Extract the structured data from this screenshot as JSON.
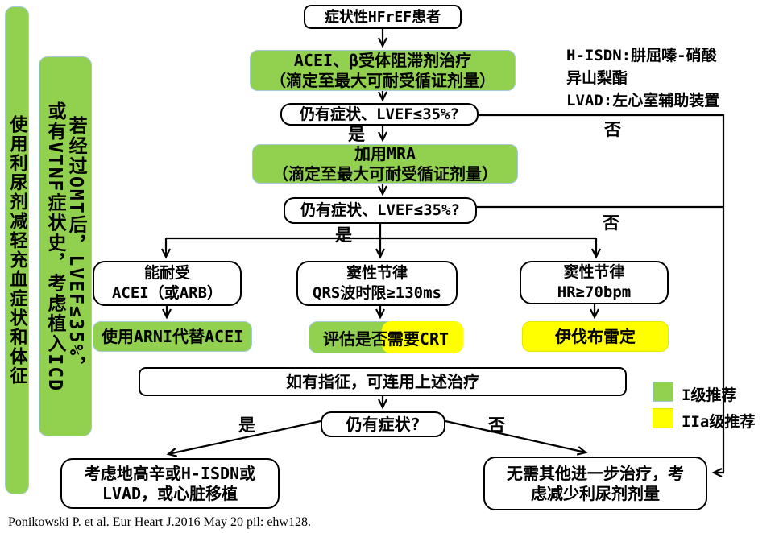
{
  "colors": {
    "class1_green": "#92D050",
    "class2a_yellow": "#FFFF00",
    "green_box_border": "#A6C9E0",
    "line_black": "#000000"
  },
  "side_bars": {
    "diuretic_note": "使用利尿剂减轻充血症状和体征",
    "icd_note_col_right": "若经过OMT后，LVEF≤35%，",
    "icd_note_col_left": "或有VTNF症状史，考虑植入ICD"
  },
  "abbreviations": {
    "line1": "H-ISDN:肼屈嗪-硝酸",
    "line2": "异山梨酯",
    "line3": "LVAD:左心室辅助装置"
  },
  "flow": {
    "start": "症状性HFrEF患者",
    "acei_line1": "ACEI、β受体阻滞剂治疗",
    "acei_line2": "（滴定至最大可耐受循证剂量）",
    "decision1": "仍有症状、LVEF≤35%?",
    "mra_line1": "加用MRA",
    "mra_line2": "（滴定至最大可耐受循证剂量）",
    "decision2": "仍有症状、LVEF≤35%?",
    "branch_acei_line1": "能耐受",
    "branch_acei_line2": "ACEI（或ARB）",
    "branch_qrs_line1": "窦性节律",
    "branch_qrs_line2": "QRS波时限≥130ms",
    "branch_hr_line1": "窦性节律",
    "branch_hr_line2": "HR≥70bpm",
    "action_arni": "使用ARNI代替ACEI",
    "action_crt": "评估是否需要CRT",
    "action_ivabradine": "伊伐布雷定",
    "combine": "如有指征，可连用上述治疗",
    "decision3": "仍有症状?",
    "end_left_line1": "考虑地高辛或H-ISDN或",
    "end_left_line2": "LVAD，或心脏移植",
    "end_right_line1": "无需其他进一步治疗，考",
    "end_right_line2": "虑减少利尿剂剂量"
  },
  "labels": {
    "yes": "是",
    "no": "否"
  },
  "legend": {
    "class1": "I级推荐",
    "class2a": "IIa级推荐"
  },
  "citation": "Ponikowski P. et al. Eur Heart J.2016 May 20 pil: ehw128."
}
